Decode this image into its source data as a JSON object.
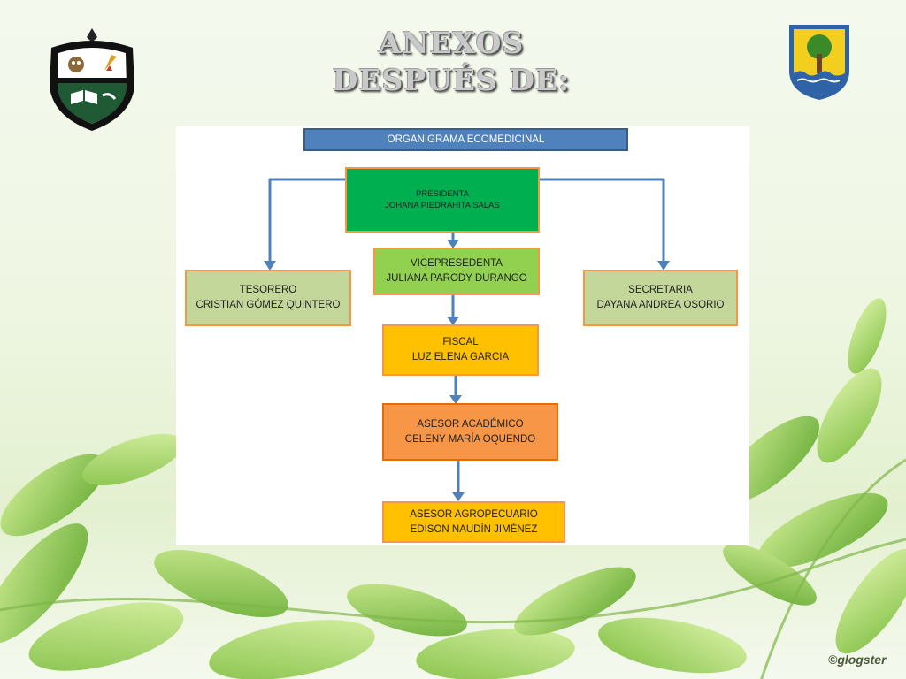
{
  "slide": {
    "title_lines": [
      "ANEXOS",
      "DESPUÉS DE:"
    ],
    "watermark": "©glogster"
  },
  "chart": {
    "header": "ORGANIGRAMA ECOMEDICINAL",
    "nodes": {
      "presidenta": {
        "role": "PRESIDENTA",
        "name": "JOHANA PIEDRAHITA SALAS"
      },
      "vicepresidenta": {
        "role": "VICEPRESEDENTA",
        "name": "JULIANA PARODY DURANGO"
      },
      "tesorero": {
        "role": "TESORERO",
        "name": "CRISTIAN GÓMEZ QUINTERO"
      },
      "secretaria": {
        "role": "SECRETARIA",
        "name": "DAYANA ANDREA OSORIO"
      },
      "fiscal": {
        "role": "FISCAL",
        "name": "LUZ ELENA GARCIA"
      },
      "asesor_academico": {
        "role": "ASESOR ACADÉMICO",
        "name": "CELENY MARÍA OQUENDO"
      },
      "asesor_agropecuario": {
        "role": "ASESOR AGROPECUARIO",
        "name": "EDISON NAUDÍN JIMÉNEZ"
      }
    },
    "edges": [
      [
        "presidenta",
        "tesorero"
      ],
      [
        "presidenta",
        "secretaria"
      ],
      [
        "presidenta",
        "vicepresidenta"
      ],
      [
        "vicepresidenta",
        "fiscal"
      ],
      [
        "fiscal",
        "asesor_academico"
      ],
      [
        "asesor_academico",
        "asesor_agropecuario"
      ]
    ],
    "colors": {
      "arrow": "#4f81bd",
      "header": "#4f81bd",
      "presidenta": "#00b050",
      "vicepresidenta": "#92d050",
      "side_boxes": "#c4d79b",
      "fiscal": "#ffc000",
      "asesor_academico": "#f79646",
      "asesor_agropecuario": "#ffc000"
    }
  },
  "emblems": {
    "left": "school-crest-icon",
    "right": "municipal-shield-icon"
  }
}
